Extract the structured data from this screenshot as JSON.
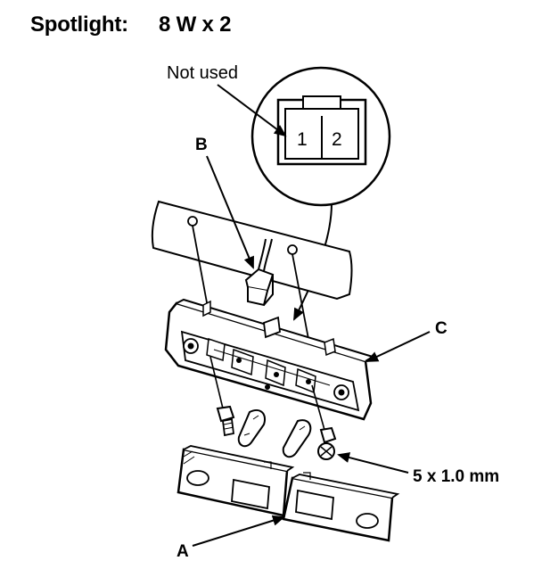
{
  "title": {
    "label": "Spotlight:",
    "spec": "8 W x 2"
  },
  "connector": {
    "note": "Not used",
    "pin1": "1",
    "pin2": "2"
  },
  "callouts": {
    "a": "A",
    "b": "B",
    "c": "C",
    "screw_spec": "5 x 1.0 mm"
  }
}
